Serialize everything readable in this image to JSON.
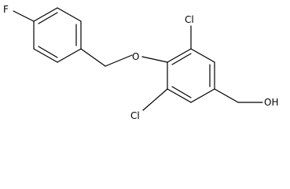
{
  "structure": {
    "atoms": {
      "fluorine": "F",
      "oxygen": "O",
      "chlorine_top": "Cl",
      "chlorine_bottom": "Cl",
      "hydroxyl": "OH"
    },
    "colors": {
      "bond": "#000000",
      "label": "#000000",
      "background": "#ffffff"
    }
  }
}
